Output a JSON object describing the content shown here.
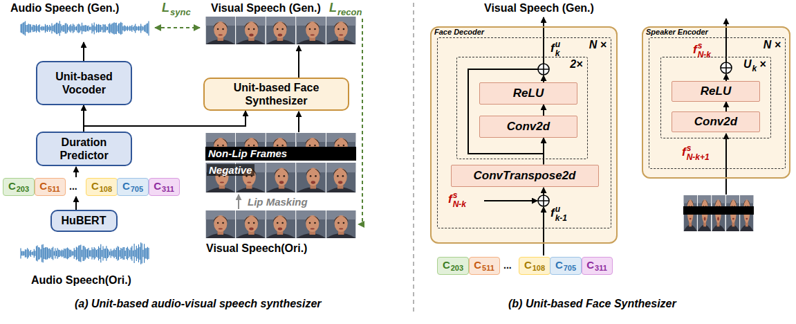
{
  "diagram": {
    "nodes": [
      {
        "text": [
          "Unit-based Vocoder"
        ]
      },
      {
        "text": [
          "Unit-based Face Synthesizer"
        ]
      },
      {
        "text": [
          "Duration Predictor"
        ]
      },
      {
        "text": [
          "C",
          "203"
        ]
      },
      {
        "text": [
          "C",
          "511"
        ]
      },
      {
        "text": [
          "C",
          "108"
        ]
      },
      {
        "text": [
          "C",
          "705"
        ]
      },
      {
        "text": [
          "C",
          "311"
        ]
      },
      {
        "text": [
          "HuBERT"
        ]
      },
      {
        "text": [
          "Face Decoder"
        ]
      },
      {
        "text": [
          "N ×"
        ],
        "in": 9
      },
      {
        "text": [
          "2×"
        ],
        "in": 10
      },
      {
        "text": [
          "ReLU"
        ],
        "in": 11
      },
      {
        "text": [
          "Conv2d"
        ],
        "in": 11
      },
      {
        "text": [
          "ConvTranspose2d"
        ],
        "in": 10
      },
      {
        "text": [
          "Speaker Encoder"
        ]
      },
      {
        "text": [
          "N ×"
        ],
        "in": 15
      },
      {
        "text": [
          "U",
          "k",
          "×"
        ],
        "in": 16
      },
      {
        "text": [
          "ReLU"
        ],
        "in": 17
      },
      {
        "text": [
          "Conv2d"
        ],
        "in": 17
      },
      {
        "text": [
          "C",
          "203"
        ]
      },
      {
        "text": [
          "C",
          "511"
        ]
      },
      {
        "text": [
          "C",
          "108"
        ]
      },
      {
        "text": [
          "C",
          "705"
        ]
      },
      {
        "text": [
          "C",
          "311"
        ]
      }
    ],
    "edges": [
      {
        "from": 2,
        "to": 0,
        "arrow": "to"
      },
      {
        "from": 2,
        "to": 1,
        "arrow": "to"
      },
      {
        "from": 14,
        "to": 13,
        "arrow": "to"
      },
      {
        "from": 13,
        "to": 12,
        "arrow": "to"
      },
      {
        "from": 19,
        "to": 18,
        "arrow": "to"
      }
    ],
    "labels": [
      "Audio Speech (Gen.)",
      "L",
      "sync",
      "Visual Speech (Gen.)",
      "L",
      "recon",
      "Non-Lip Frames",
      "Negative",
      "Lip Masking",
      "Visual Speech(Ori.)",
      "...",
      "Audio Speech(Ori.)",
      "(a) Unit-based audio-visual speech synthesizer",
      "Visual Speech (Gen.)",
      "f",
      "u",
      "k",
      "f",
      "s",
      "N-k",
      "f",
      "u",
      "k-1",
      "...",
      "f",
      "s",
      "N-k",
      "f",
      "s",
      "N-k+1",
      "(b) Unit-based Face Synthesizer"
    ]
  }
}
